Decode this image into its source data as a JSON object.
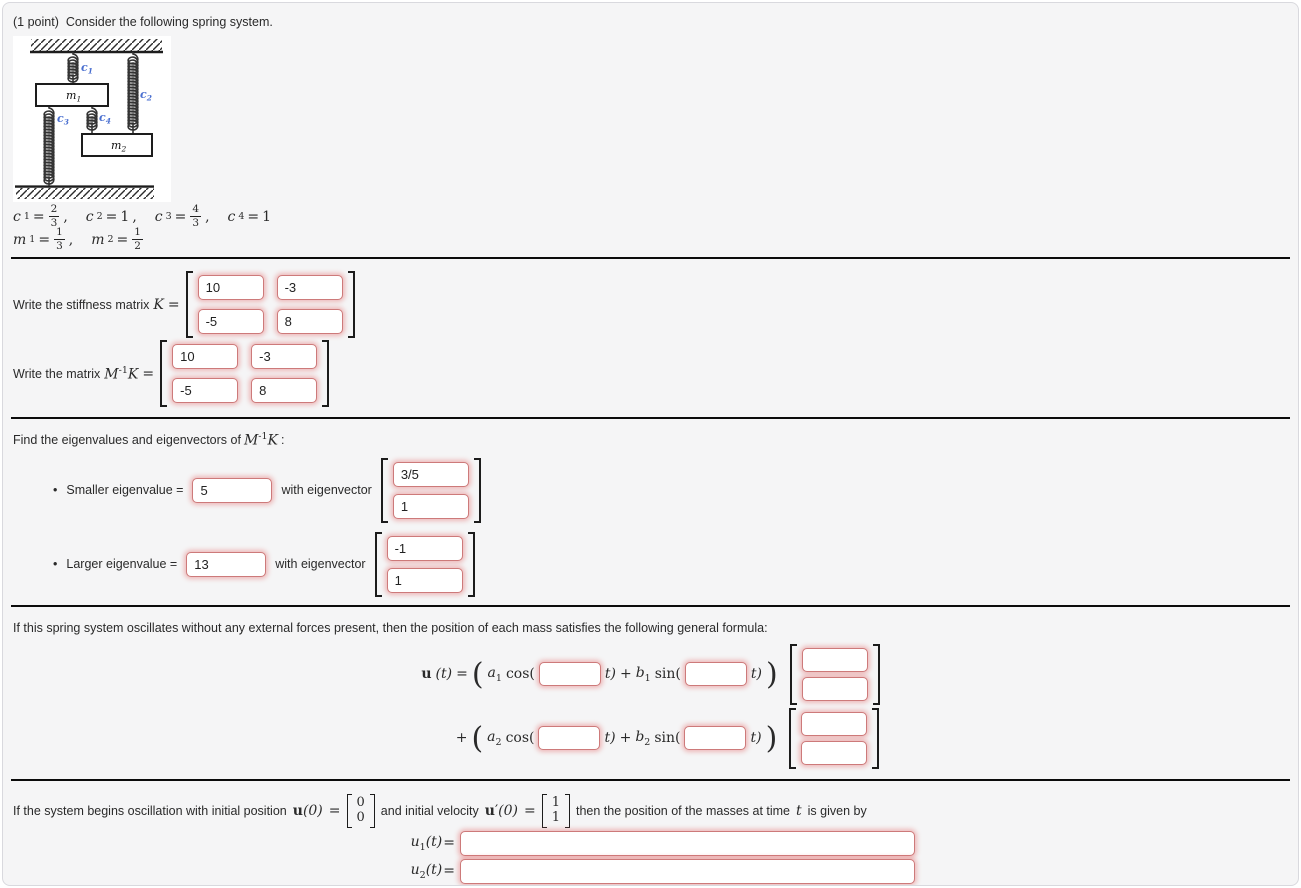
{
  "colors": {
    "page_bg": "#f5f5f6",
    "incorrect_border": "#cd7a7a",
    "incorrect_glow": "#e46e6e",
    "divider": "#0b0b0b",
    "spring_label_blue": "#4a6fd0"
  },
  "header": {
    "points": "(1 point)",
    "intro": "Consider the following spring system."
  },
  "diagram": {
    "c1": {
      "t": "c",
      "s": "1"
    },
    "c2": {
      "t": "c",
      "s": "2"
    },
    "c3": {
      "t": "c",
      "s": "3"
    },
    "c4": {
      "t": "c",
      "s": "4"
    },
    "m1": {
      "t": "m",
      "s": "1"
    },
    "m2": {
      "t": "m",
      "s": "2"
    }
  },
  "constants": {
    "c1": {
      "name": "c",
      "sub": "1",
      "eq": "=",
      "num": "2",
      "den": "3",
      "tail": ","
    },
    "c2": {
      "name": "c",
      "sub": "2",
      "eq": "=",
      "value": "1",
      "tail": ","
    },
    "c3": {
      "name": "c",
      "sub": "3",
      "eq": "=",
      "num": "4",
      "den": "3",
      "tail": ","
    },
    "c4": {
      "name": "c",
      "sub": "4",
      "eq": "=",
      "value": "1",
      "tail": ""
    },
    "m1": {
      "name": "m",
      "sub": "1",
      "eq": "=",
      "num": "1",
      "den": "3",
      "tail": ","
    },
    "m2": {
      "name": "m",
      "sub": "2",
      "eq": "=",
      "num": "1",
      "den": "2",
      "tail": ""
    }
  },
  "stiffness": {
    "label": "Write the stiffness matrix",
    "k": "K",
    "eq": "=",
    "values": [
      [
        "10",
        "-3"
      ],
      [
        "-5",
        "8"
      ]
    ]
  },
  "minvk": {
    "label": "Write the matrix",
    "m": "M",
    "sup": "-1",
    "k": "K",
    "eq": "=",
    "values": [
      [
        "10",
        "-3"
      ],
      [
        "-5",
        "8"
      ]
    ]
  },
  "eigen": {
    "heading": "Find the eigenvalues and eigenvectors of",
    "m": "M",
    "sup": "-1",
    "k": "K",
    "colon": ":",
    "bullet": "•",
    "smaller": {
      "label": "Smaller eigenvalue =",
      "value": "5",
      "with": "with eigenvector",
      "vec": [
        "3/5",
        "1"
      ]
    },
    "larger": {
      "label": "Larger eigenvalue =",
      "value": "13",
      "with": "with eigenvector",
      "vec": [
        "-1",
        "1"
      ]
    }
  },
  "formula": {
    "intro": "If this spring system oscillates without any external forces present, then the position of each mass satisfies the following general formula:",
    "line1": {
      "u": "u",
      "ut": "(t)",
      "eq": "=",
      "lparen": "(",
      "a": "a",
      "asub": "1",
      "cos": "cos(",
      "freq_cos": "",
      "t1": "t)",
      "plus": "+",
      "b": "b",
      "bsub": "1",
      "sin": "sin(",
      "freq_sin": "",
      "t2": "t)",
      "rparen": ")",
      "vec": [
        "",
        ""
      ]
    },
    "line2": {
      "lead": "+",
      "lparen": "(",
      "a": "a",
      "asub": "2",
      "cos": "cos(",
      "freq_cos": "",
      "t1": "t)",
      "plus": "+",
      "b": "b",
      "bsub": "2",
      "sin": "sin(",
      "freq_sin": "",
      "t2": "t)",
      "rparen": ")",
      "vec": [
        "",
        ""
      ]
    }
  },
  "initial": {
    "part1": "If the system begins oscillation with initial position",
    "u": "u",
    "u_arg": "(0)",
    "eq1": "=",
    "u0": [
      "0",
      "0"
    ],
    "part2": "and initial velocity",
    "v": "u",
    "prime": "′",
    "v_arg": "(0)",
    "eq2": "=",
    "v0": [
      "1",
      "1"
    ],
    "part3": "then the position of the masses at time",
    "t": "t",
    "part4": "is given by",
    "rows": [
      {
        "var": "u",
        "sub": "1",
        "arg": "(t)",
        "eq": "=",
        "value": ""
      },
      {
        "var": "u",
        "sub": "2",
        "arg": "(t)",
        "eq": "=",
        "value": ""
      }
    ]
  }
}
